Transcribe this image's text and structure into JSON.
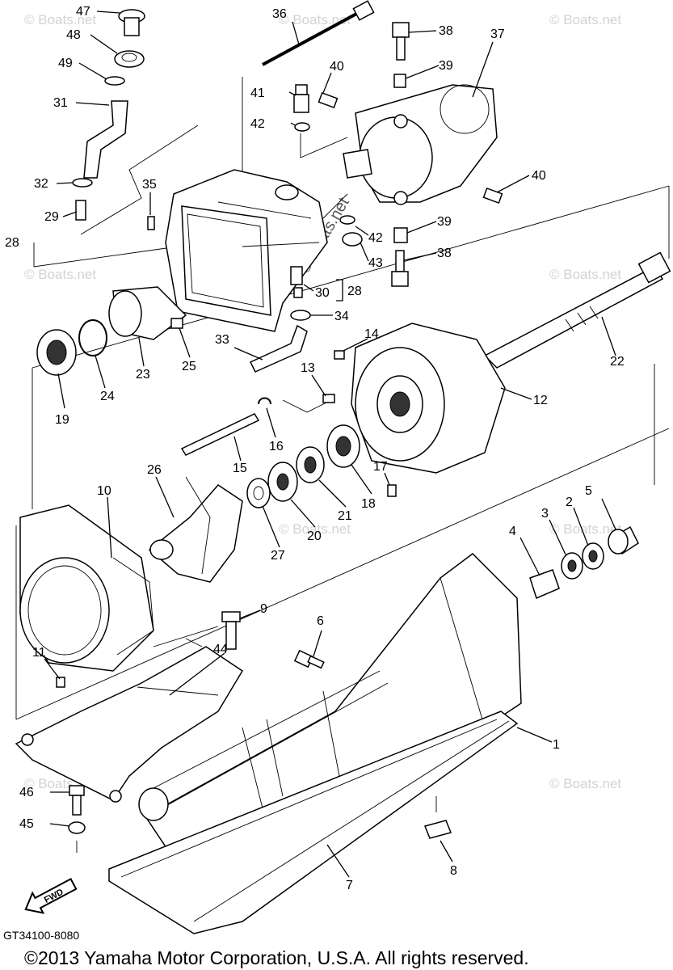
{
  "diagram": {
    "drawing_code": "GT34100-8080",
    "copyright": "©2013 Yamaha Motor Corporation, U.S.A. All rights reserved.",
    "fwd_label": "FWD",
    "watermark_text": "© Boats.net",
    "callouts": [
      "47",
      "48",
      "49",
      "31",
      "32",
      "29",
      "28",
      "35",
      "36",
      "41",
      "40",
      "42",
      "38",
      "39",
      "37",
      "40",
      "39",
      "42",
      "43",
      "38",
      "30",
      "28",
      "34",
      "33",
      "22",
      "14",
      "13",
      "12",
      "19",
      "24",
      "23",
      "25",
      "16",
      "15",
      "26",
      "17",
      "18",
      "21",
      "20",
      "27",
      "10",
      "11",
      "9",
      "6",
      "44",
      "4",
      "3",
      "2",
      "5",
      "1",
      "46",
      "45",
      "7",
      "8"
    ]
  }
}
